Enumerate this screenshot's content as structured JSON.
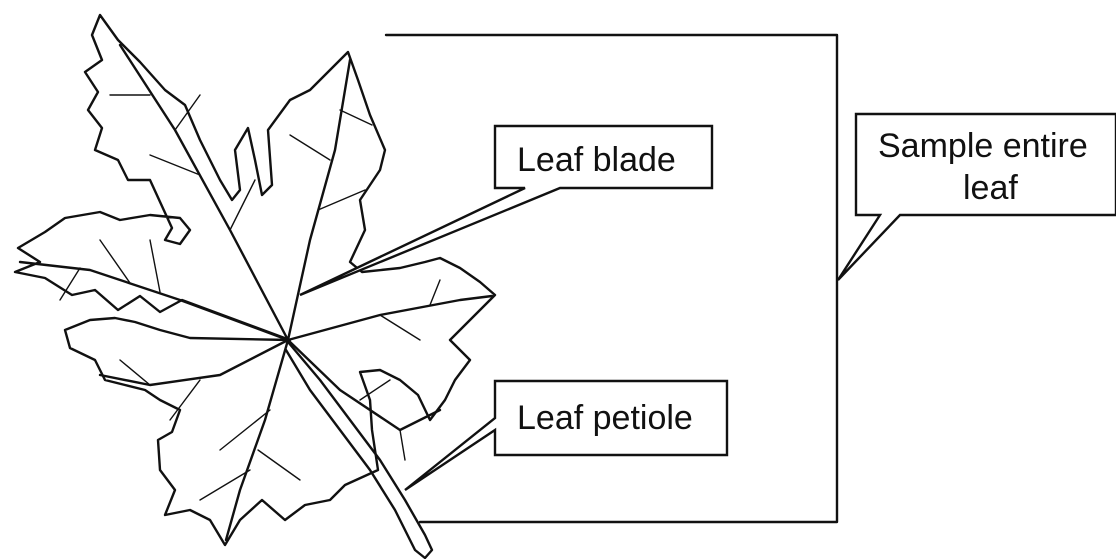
{
  "labels": {
    "leaf_blade": "Leaf blade",
    "leaf_petiole": "Leaf petiole",
    "sample_line1": "Sample entire",
    "sample_line2": "leaf"
  },
  "colors": {
    "ink": "#111111",
    "background": "#ffffff"
  }
}
